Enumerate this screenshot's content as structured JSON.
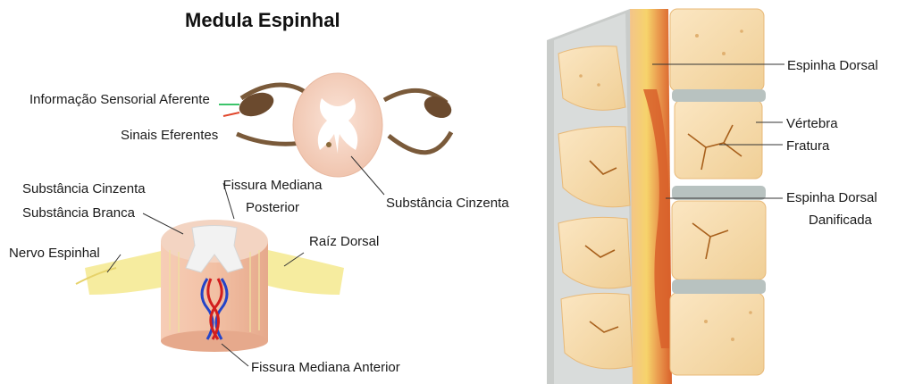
{
  "title": "Medula Espinhal",
  "left_labels": {
    "afferent": "Informação Sensorial Aferente",
    "efferent": "Sinais Eferentes",
    "grey_matter_right": "Substância Cinzenta",
    "grey_matter_left": "Substância Cinzenta",
    "white_matter": "Substância Branca",
    "posterior_fissure_1": "Fissura Mediana",
    "posterior_fissure_2": "Posterior",
    "spinal_nerve": "Nervo Espinhal",
    "dorsal_root": "Raíz Dorsal",
    "anterior_fissure": "Fissura Mediana Anterior"
  },
  "right_labels": {
    "spinal_cord": "Espinha Dorsal",
    "vertebra": "Vértebra",
    "fracture": "Fratura",
    "damaged_1": "Espinha Dorsal",
    "damaged_2": "Danificada"
  },
  "colors": {
    "bone": "#f7d9a6",
    "bone_dark": "#e8b978",
    "disc": "#b8c2c0",
    "cord_orange": "#e46a2e",
    "cord_yellow": "#f6d36b",
    "pink_tissue": "#f3cbb6",
    "grey_matter": "#ffffff",
    "nerve_brown": "#7a5a3a",
    "nerve_yellow": "#f5eb9a",
    "vessel_red": "#d21e1e",
    "vessel_blue": "#2444c8"
  }
}
